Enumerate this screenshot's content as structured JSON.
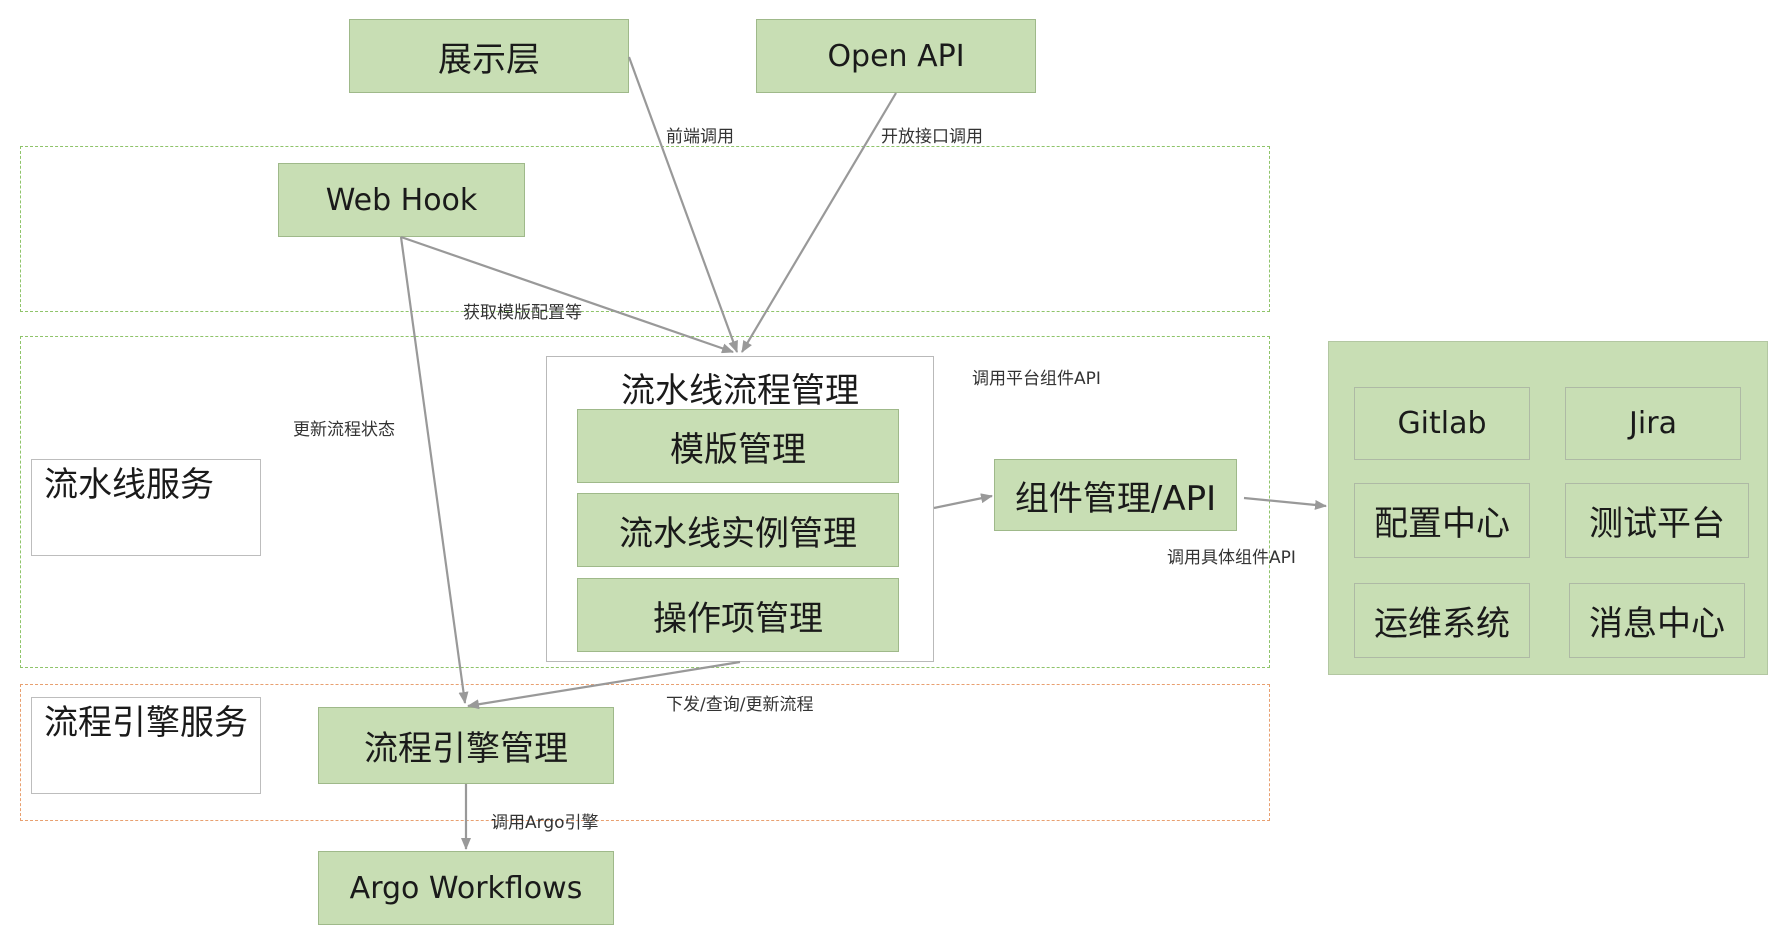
{
  "top": {
    "presentation": "展示层",
    "open_api": "Open API"
  },
  "webhook": "Web Hook",
  "pipeline_service": {
    "label": "流水线服务",
    "group_title": "流水线流程管理",
    "template_mgmt": "模版管理",
    "instance_mgmt": "流水线实例管理",
    "operation_mgmt": "操作项管理",
    "component_api": "组件管理/API"
  },
  "engine_service": {
    "label": "流程引擎服务",
    "engine_mgmt": "流程引擎管理"
  },
  "argo": "Argo Workflows",
  "platforms": [
    "Gitlab",
    "Jira",
    "配置中心",
    "测试平台",
    "运维系统",
    "消息中心"
  ],
  "edges": {
    "frontend_call": "前端调用",
    "open_api_call": "开放接口调用",
    "fetch_template": "获取模版配置等",
    "update_status": "更新流程状态",
    "call_platform_api": "调用平台组件API",
    "call_component_api": "调用具体组件API",
    "dispatch": "下发/查询/更新流程",
    "call_argo": "调用Argo引擎"
  },
  "colors": {
    "box_fill": "#c8deb4",
    "arrow": "#999999",
    "green_dash": "#8fc46a",
    "orange_dash": "#e8a070"
  }
}
